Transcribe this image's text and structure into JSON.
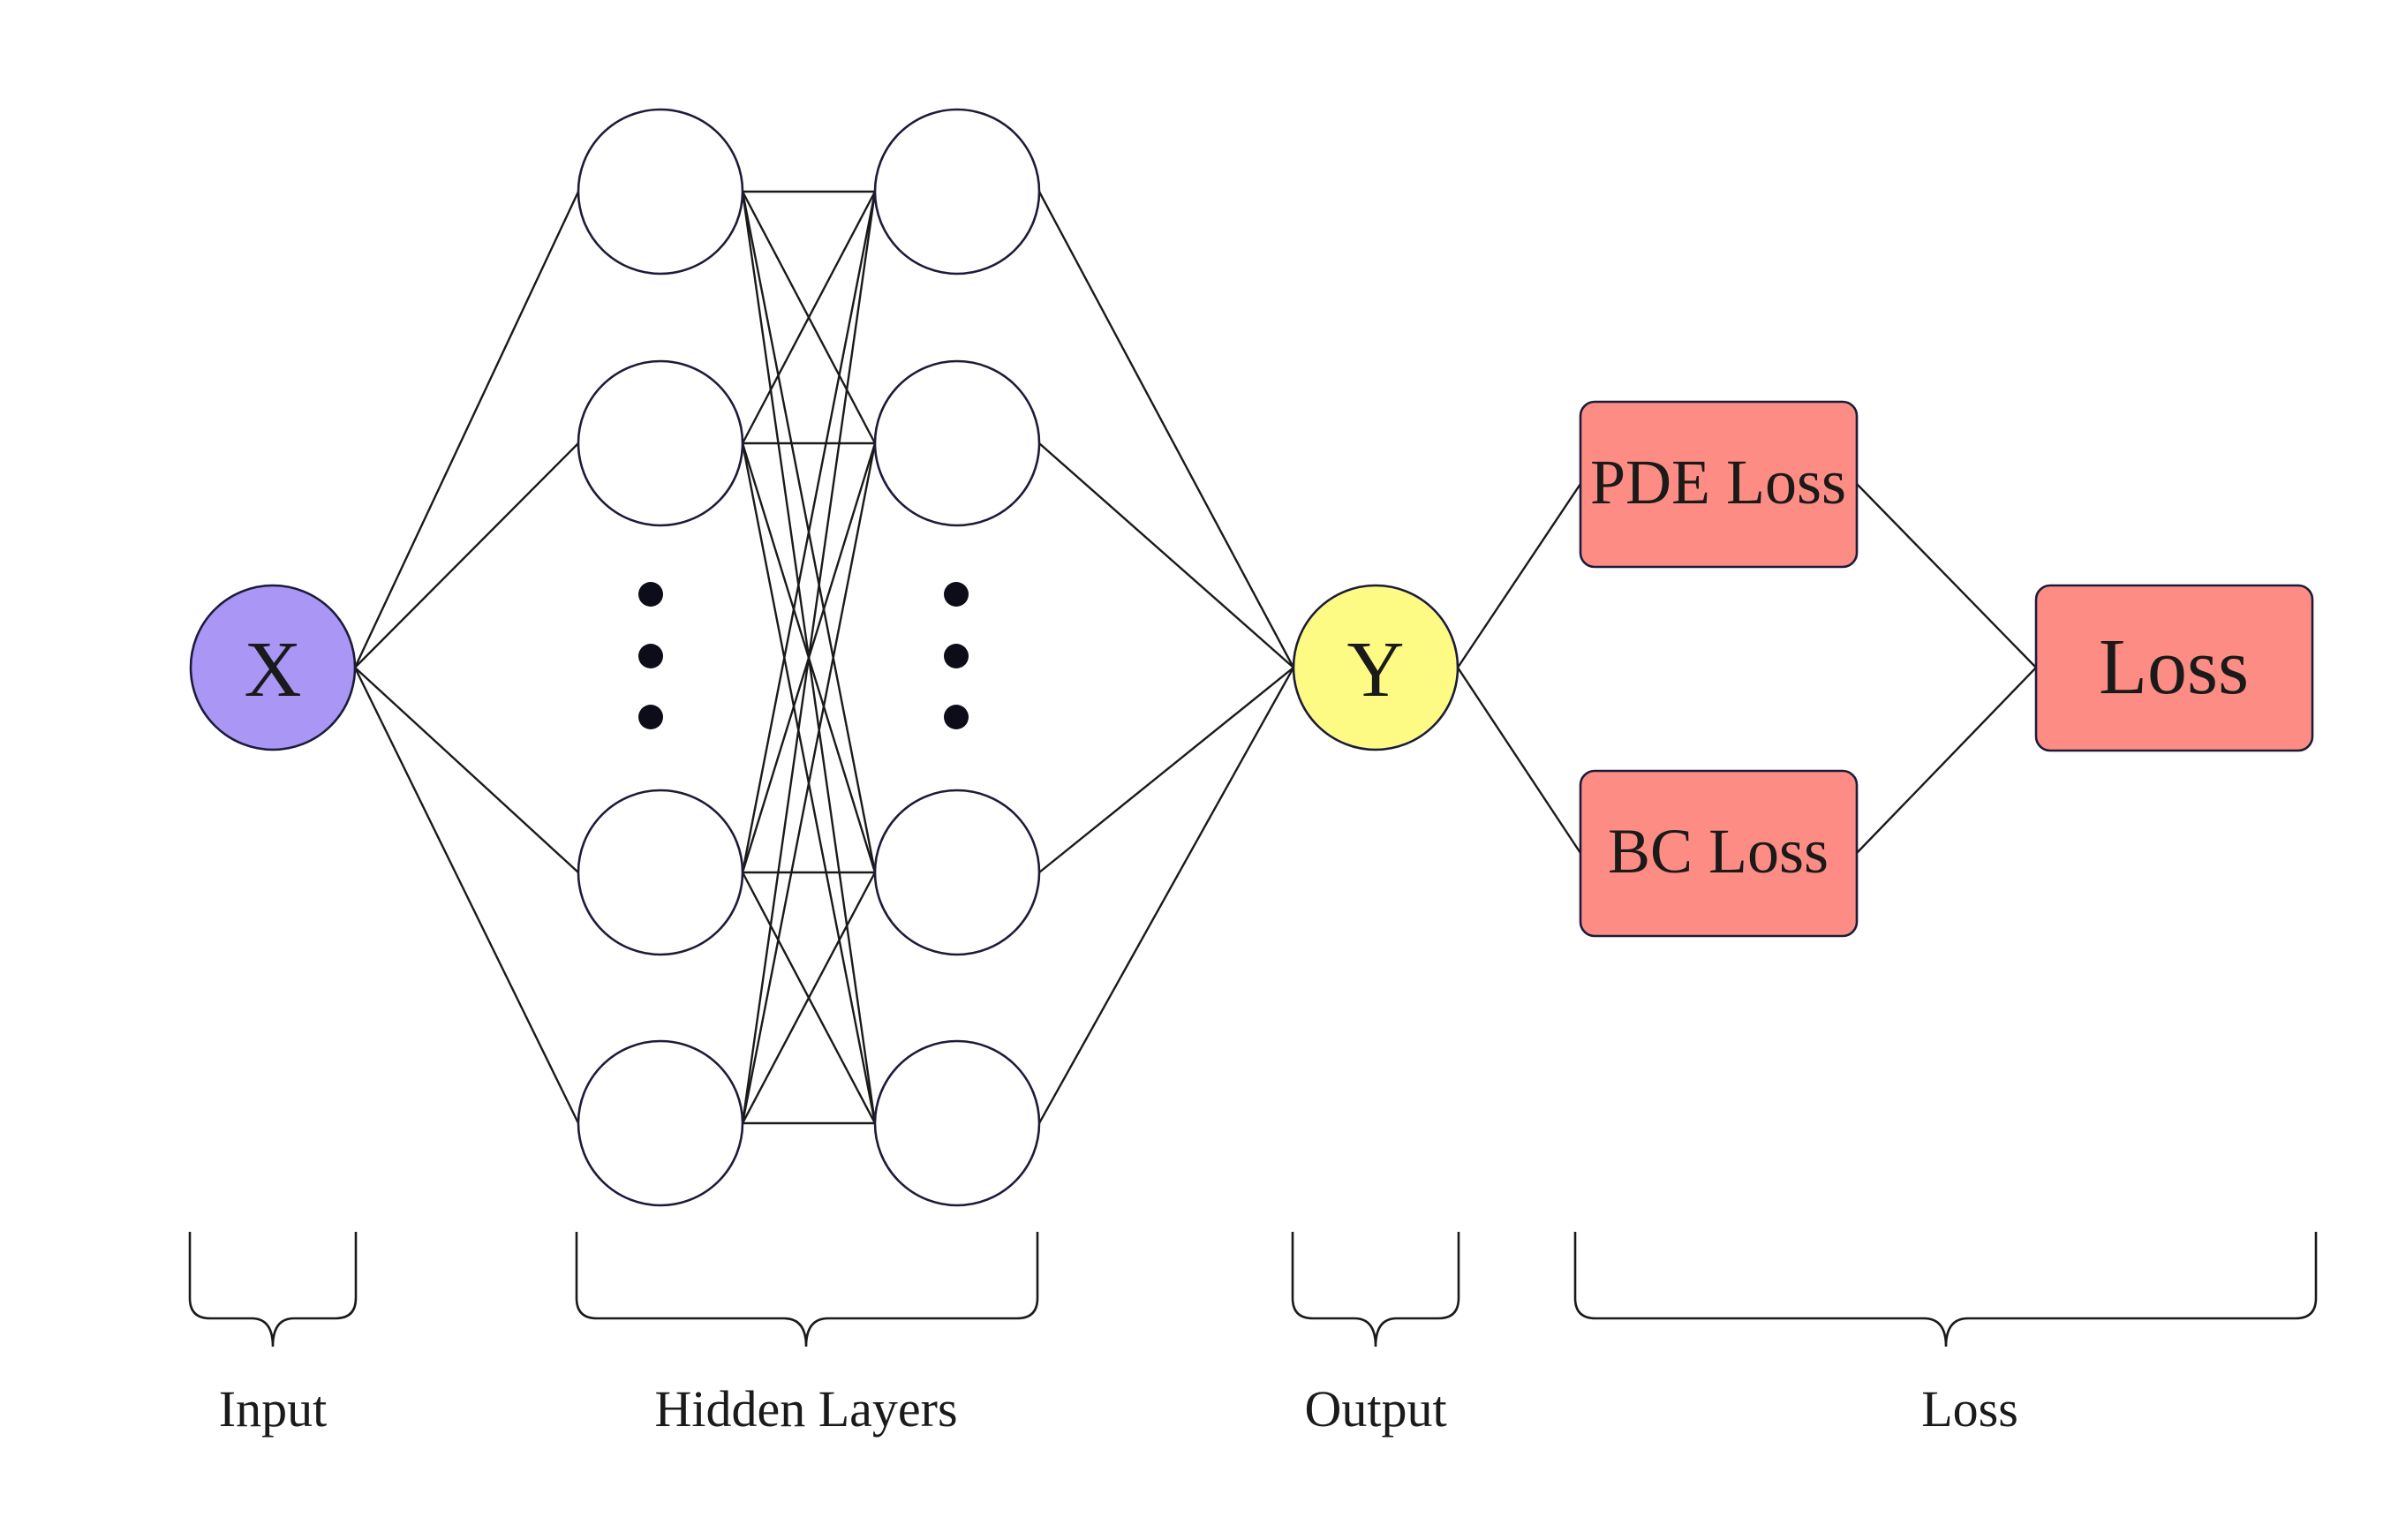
{
  "nodes": {
    "input": {
      "label": "X",
      "color": "#a996f5"
    },
    "output": {
      "label": "Y",
      "color": "#fdfb84"
    },
    "hidden_color": "#ffffff"
  },
  "loss_boxes": {
    "pde": {
      "label": "PDE Loss"
    },
    "bc": {
      "label": "BC Loss"
    },
    "total": {
      "label": "Loss"
    },
    "color": "#fd8d84"
  },
  "captions": {
    "input": "Input",
    "hidden": "Hidden Layers",
    "output": "Output",
    "loss": "Loss"
  }
}
